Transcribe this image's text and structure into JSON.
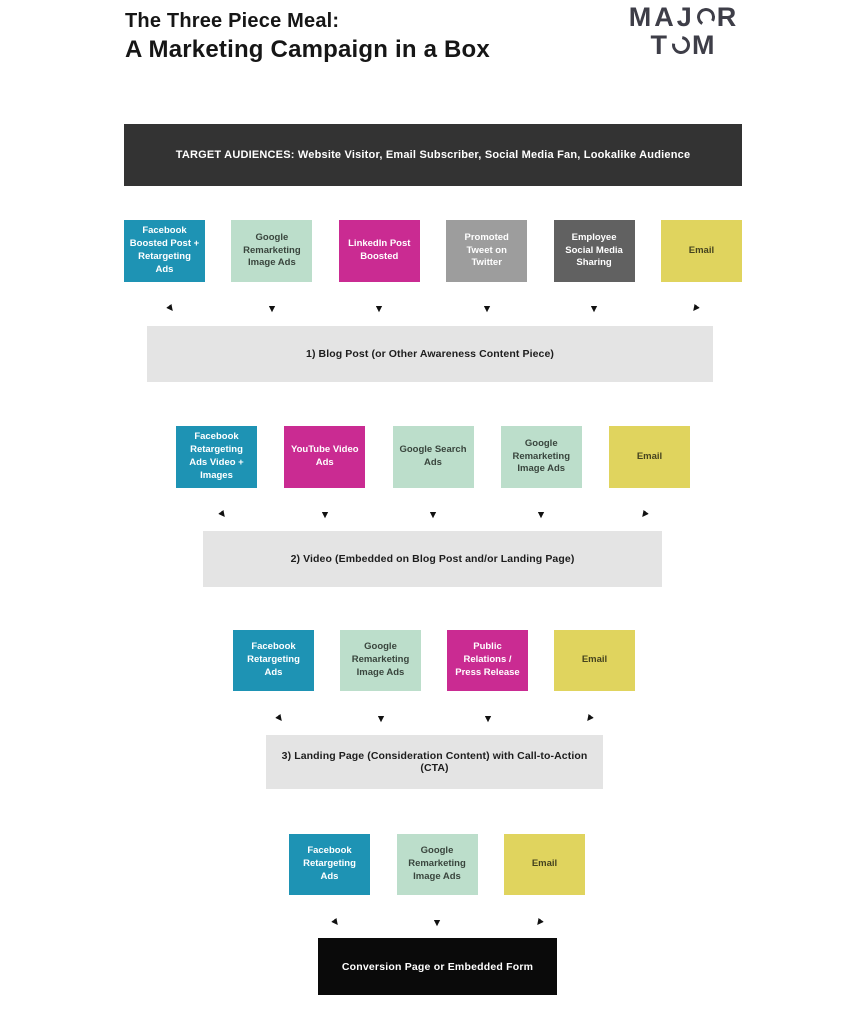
{
  "header": {
    "title_line1": "The Three Piece Meal:",
    "title_line2": "A Marketing Campaign in a Box",
    "logo": {
      "alt": "MAJOR TOM",
      "word1_prefix": "MAJ",
      "word1_suffix": "R",
      "word2_prefix": "T",
      "word2_suffix": "M",
      "color": "#3e3e48"
    }
  },
  "audience_banner": {
    "label": "TARGET AUDIENCES: Website Visitor, Email Subscriber, Social Media Fan, Lookalike Audience"
  },
  "palette": {
    "teal": {
      "bg": "#1e93b4",
      "text": "#ffffff"
    },
    "mint": {
      "bg": "#bcdecb",
      "text": "#39453d"
    },
    "magenta": {
      "bg": "#ca2b92",
      "text": "#ffffff"
    },
    "gray": {
      "bg": "#9d9d9d",
      "text": "#ffffff"
    },
    "darkgray": {
      "bg": "#616161",
      "text": "#ffffff"
    },
    "yellow": {
      "bg": "#e0d45e",
      "text": "#45431f"
    },
    "banner": {
      "bg": "#333333",
      "text": "#ffffff"
    },
    "stage": {
      "bg": "#e4e4e4",
      "text": "#1d1d1d"
    },
    "black": {
      "bg": "#0a0a0a",
      "text": "#ffffff"
    }
  },
  "rows": [
    {
      "boxes": [
        {
          "label": "Facebook Boosted Post + Retargeting Ads",
          "color": "teal"
        },
        {
          "label": "Google Remarketing Image Ads",
          "color": "mint"
        },
        {
          "label": "LinkedIn Post Boosted",
          "color": "magenta"
        },
        {
          "label": "Promoted Tweet on Twitter",
          "color": "gray"
        },
        {
          "label": "Employee Social Media Sharing",
          "color": "darkgray"
        },
        {
          "label": "Email",
          "color": "yellow"
        }
      ]
    },
    {
      "boxes": [
        {
          "label": "Facebook Retargeting Ads Video + Images",
          "color": "teal"
        },
        {
          "label": "YouTube Video Ads",
          "color": "magenta"
        },
        {
          "label": "Google Search Ads",
          "color": "mint"
        },
        {
          "label": "Google Remarketing Image Ads",
          "color": "mint"
        },
        {
          "label": "Email",
          "color": "yellow"
        }
      ]
    },
    {
      "boxes": [
        {
          "label": "Facebook Retargeting Ads",
          "color": "teal"
        },
        {
          "label": "Google Remarketing Image Ads",
          "color": "mint"
        },
        {
          "label": "Public Relations / Press Release",
          "color": "magenta"
        },
        {
          "label": "Email",
          "color": "yellow"
        }
      ]
    },
    {
      "boxes": [
        {
          "label": "Facebook Retargeting Ads",
          "color": "teal"
        },
        {
          "label": "Google Remarketing Image Ads",
          "color": "mint"
        },
        {
          "label": "Email",
          "color": "yellow"
        }
      ]
    }
  ],
  "stages": [
    {
      "label": "1) Blog Post (or Other Awareness Content Piece)"
    },
    {
      "label": "2) Video (Embedded on Blog Post and/or Landing Page)"
    },
    {
      "label": "3) Landing Page (Consideration Content) with Call-to-Action (CTA)"
    }
  ],
  "conversion_bar": {
    "label": "Conversion Page or Embedded Form"
  }
}
